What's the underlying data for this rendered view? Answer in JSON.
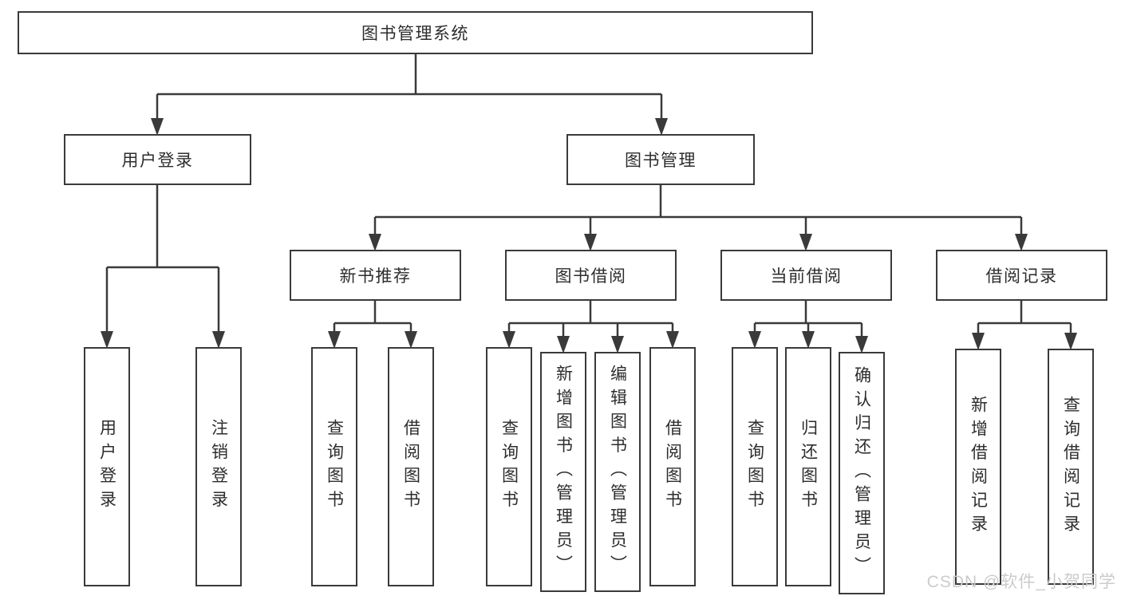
{
  "diagram": {
    "title_node": "图书管理系统",
    "level2": {
      "user_login": "用户登录",
      "book_management": "图书管理"
    },
    "level3": {
      "new_book_recommend": "新书推荐",
      "book_borrow": "图书借阅",
      "current_borrow": "当前借阅",
      "borrow_records": "借阅记录"
    },
    "leaves": {
      "user_login_group": [
        "用户登录",
        "注销登录"
      ],
      "new_book_group": [
        "查询图书",
        "借阅图书"
      ],
      "book_borrow_group": [
        "查询图书",
        "新增图书（管理员）",
        "编辑图书（管理员）",
        "借阅图书"
      ],
      "current_borrow_group": [
        "查询图书",
        "归还图书",
        "确认归还（管理员）"
      ],
      "borrow_record_group": [
        "新增借阅记录",
        "查询借阅记录"
      ]
    }
  },
  "colors": {
    "line": "#3a3a3a",
    "box_border": "#3a3a3a",
    "text": "#2d2d2d",
    "background": "#ffffff",
    "watermark": "#cbcbcb"
  },
  "watermark": {
    "text": "CSDN @软件_小贺同学"
  }
}
